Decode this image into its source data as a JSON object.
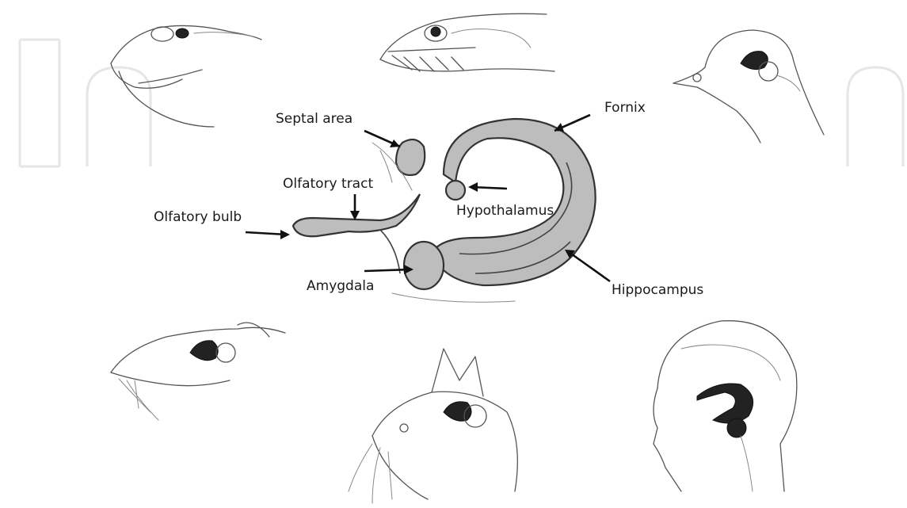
{
  "watermark": "IntechOpen",
  "labels": {
    "septal_area": "Septal area",
    "fornix": "Fornix",
    "olfactory_tract": "Olfatory tract",
    "olfactory_bulb": "Olfatory bulb",
    "hypothalamus": "Hypothalamus",
    "amygdala": "Amygdala",
    "hippocampus": "Hippocampus"
  },
  "species_sketches": [
    "frog",
    "crocodile",
    "bird",
    "rat",
    "cat",
    "human"
  ]
}
